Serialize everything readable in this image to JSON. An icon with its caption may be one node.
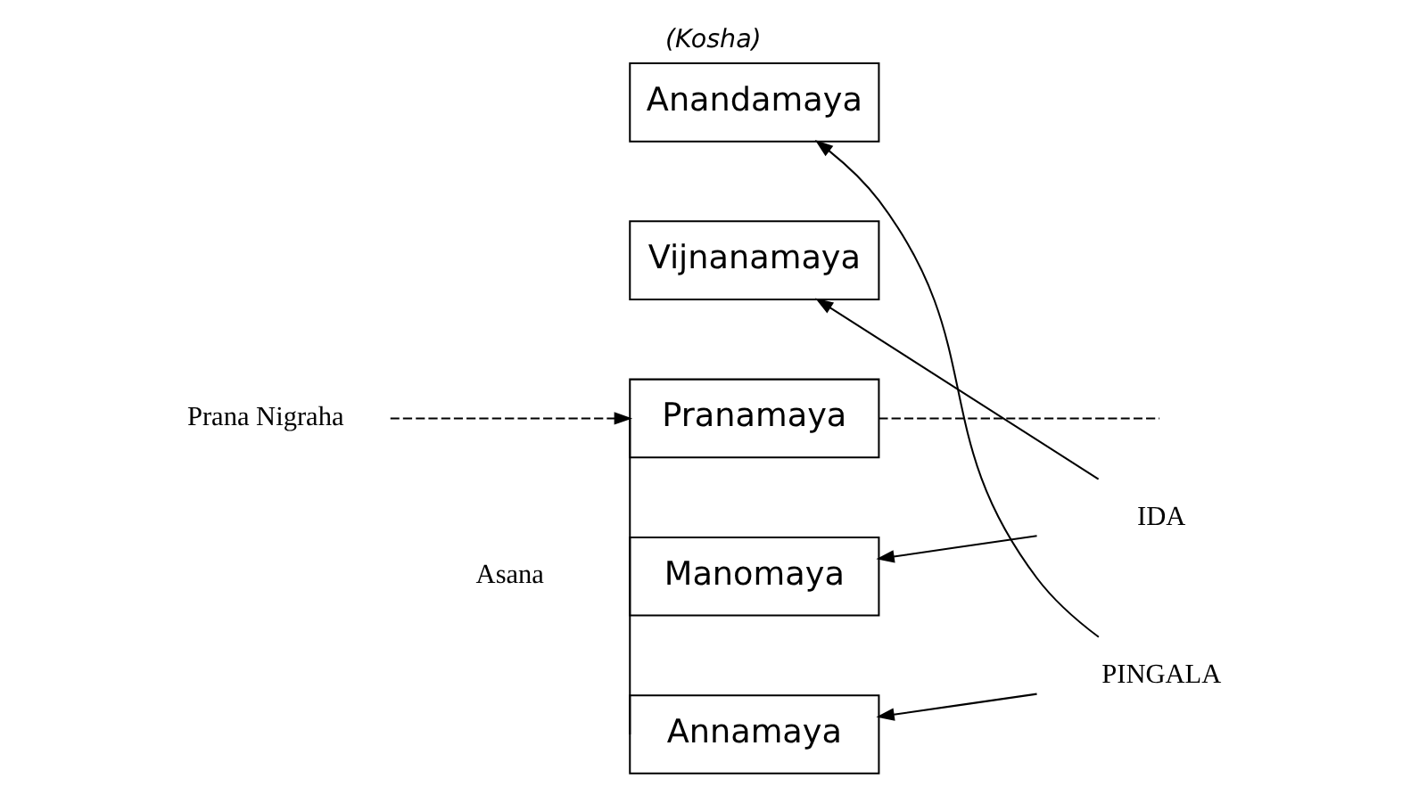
{
  "diagram": {
    "title": "(Kosha)",
    "nodes": [
      {
        "text": [
          "Anandamaya"
        ]
      },
      {
        "text": [
          "Vijnanamaya"
        ]
      },
      {
        "text": [
          "Pranamaya"
        ]
      },
      {
        "text": [
          "Manomaya"
        ]
      },
      {
        "text": [
          "Annamaya"
        ]
      },
      {
        "text": [
          "Prana Nigraha"
        ]
      },
      {
        "text": [
          "IDA"
        ]
      },
      {
        "text": [
          "PINGALA"
        ]
      }
    ],
    "edges": [
      {
        "from": 5,
        "to": 2,
        "arrow": "to",
        "style": "dashed"
      },
      {
        "from": 2,
        "to": 4,
        "arrow": "none",
        "label": "Asana"
      },
      {
        "from": 2,
        "to": null,
        "arrow": "none",
        "style": "dashed"
      },
      {
        "from": 6,
        "to": 1,
        "arrow": "to"
      },
      {
        "from": 6,
        "to": 3,
        "arrow": "to"
      },
      {
        "from": 7,
        "to": 0,
        "arrow": "to"
      },
      {
        "from": 7,
        "to": 4,
        "arrow": "to"
      }
    ]
  }
}
